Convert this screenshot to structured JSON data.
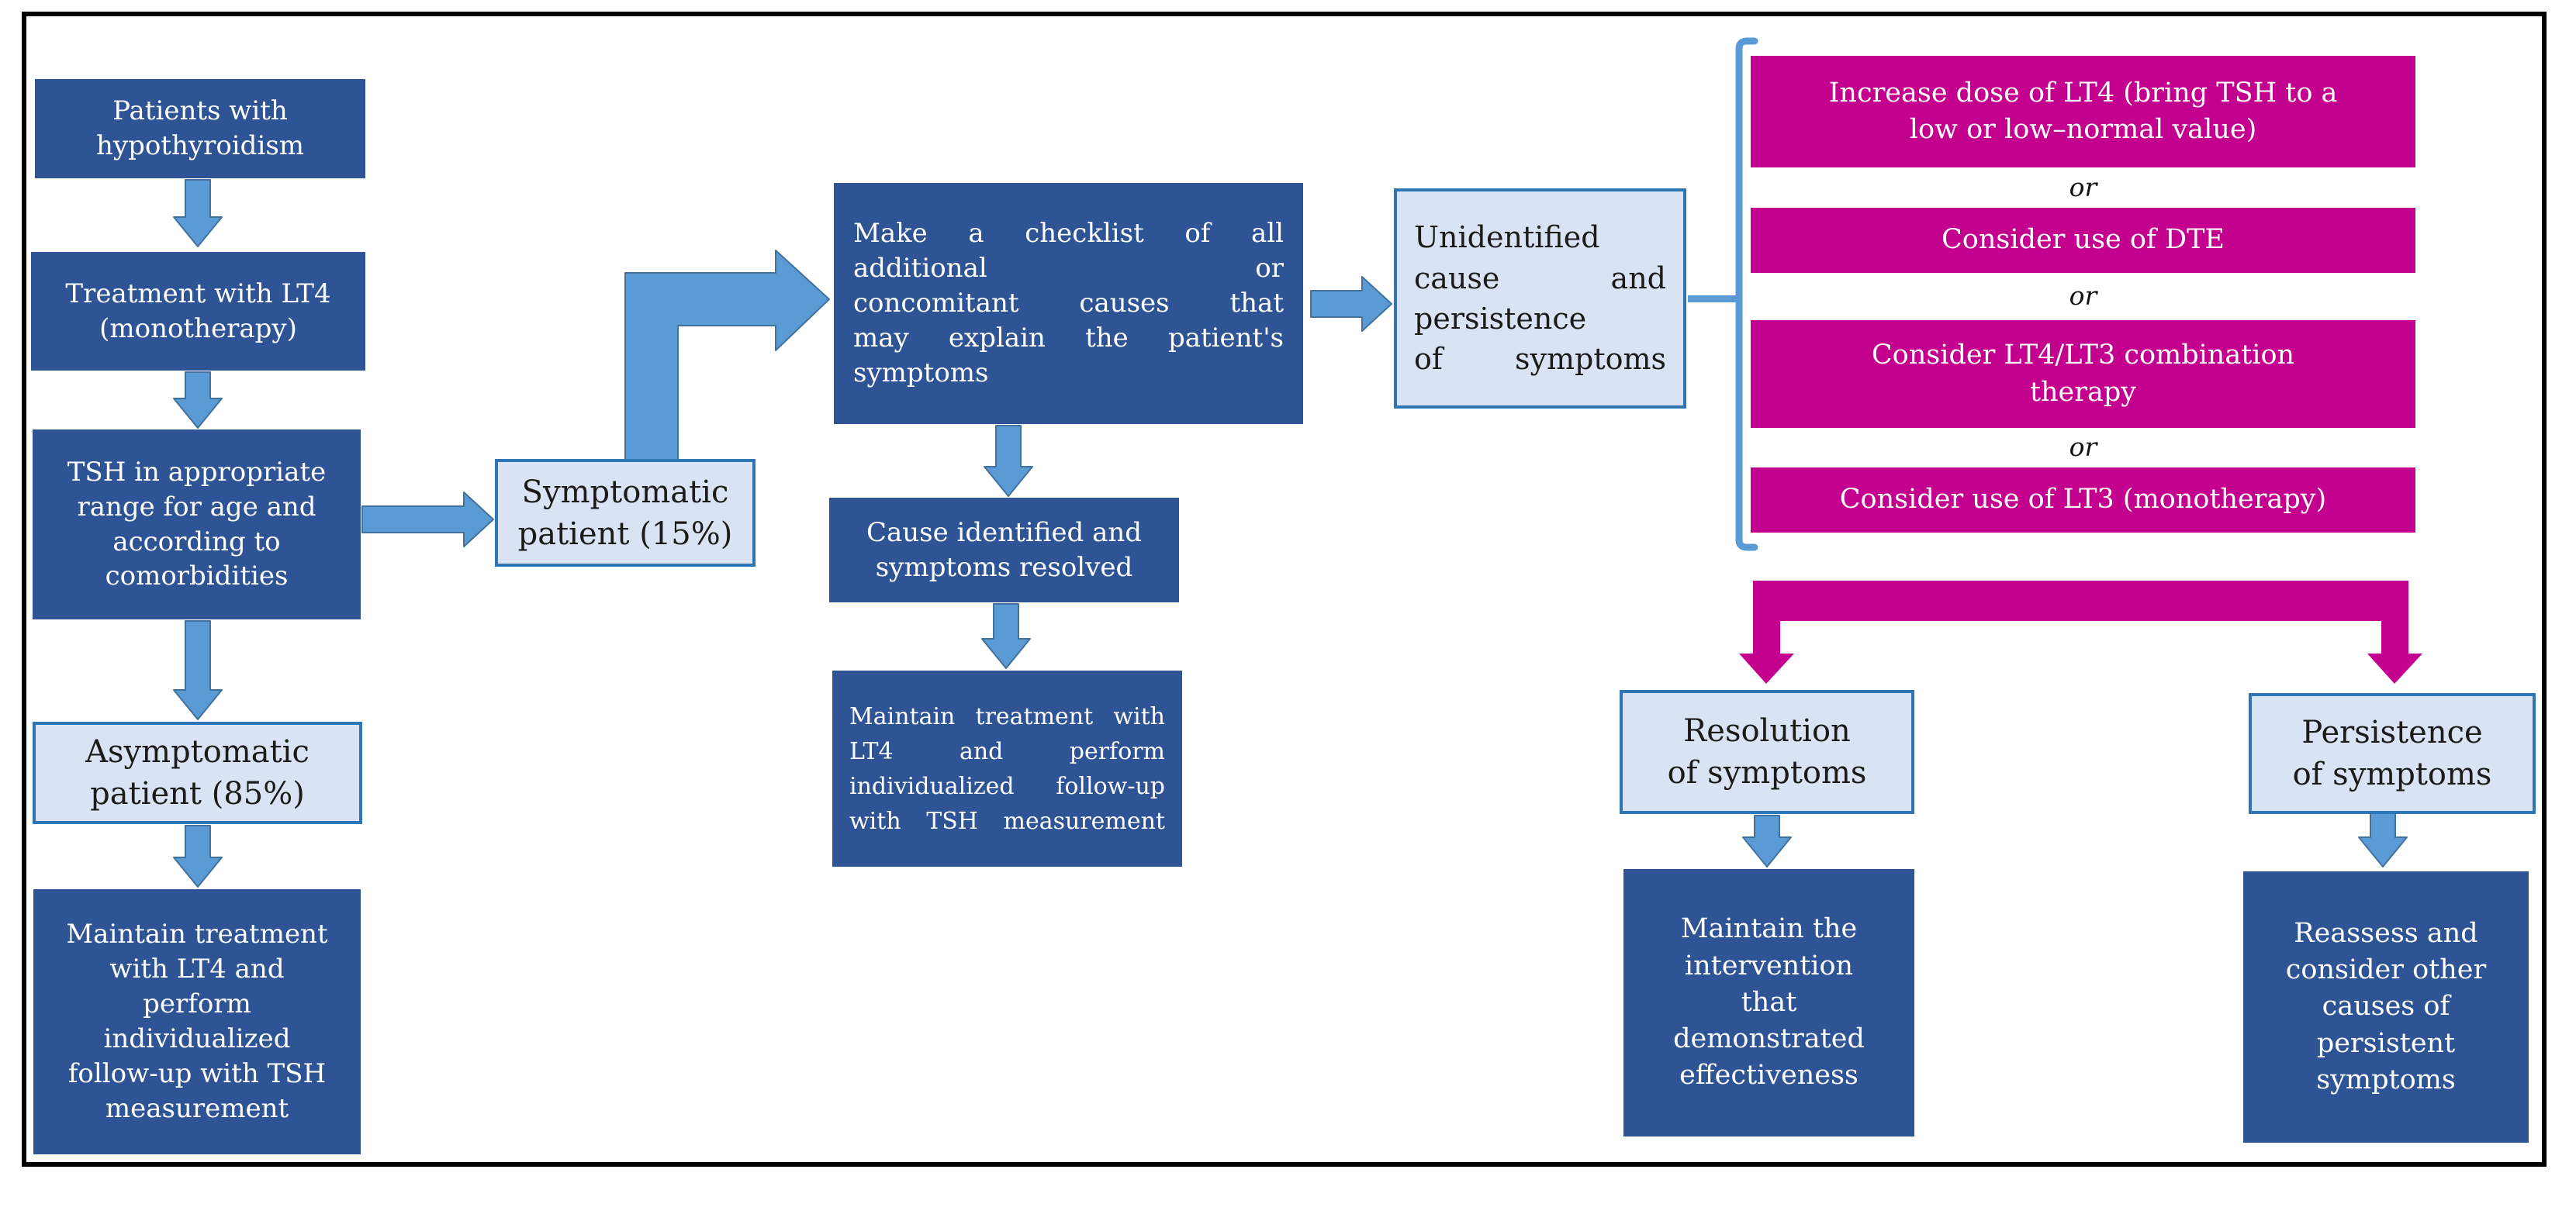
{
  "colors": {
    "dark_box_fill": "#2F5496",
    "light_box_fill": "#DAE3F3",
    "light_box_border": "#2E75B6",
    "arrow_blue": "#5B9BD5",
    "arrow_blue_outline": "#41719C",
    "magenta": "#C4008F",
    "frame_border": "#000000"
  },
  "flowchart": {
    "left": {
      "patients": "Patients with\nhypothyroidism",
      "treatment": "Treatment with LT4\n(monotherapy)",
      "tsh_range": "TSH in appropriate\nrange for age and\naccording to\ncomorbidities",
      "asymptomatic": "Asymptomatic\npatient (85%)",
      "maintain_followup": "Maintain treatment\nwith LT4 and\nperform\nindividualized\nfollow-up with TSH\nmeasurement"
    },
    "middle": {
      "symptomatic": "Symptomatic\npatient (15%)",
      "checklist": "Make a checklist of all\nadditional or\nconcomitant causes that\nmay explain the patient's\nsymptoms",
      "cause_identified": "Cause identified and\nsymptoms resolved",
      "maintain_followup": "Maintain treatment with\nLT4 and perform\nindividualized follow-up\nwith TSH measurement"
    },
    "right": {
      "unidentified": "Unidentified\ncause and\npersistence\nof symptoms",
      "or_separator": "or",
      "options": [
        "Increase dose of LT4 (bring TSH to a\nlow or low–normal value)",
        "Consider use of DTE",
        "Consider LT4/LT3 combination\ntherapy",
        "Consider use of LT3 (monotherapy)"
      ],
      "resolution": "Resolution\nof symptoms",
      "persistence": "Persistence\nof symptoms",
      "maintain_intervention": "Maintain the\nintervention\nthat\ndemonstrated\neffectiveness",
      "reassess": "Reassess and\nconsider other\ncauses of\npersistent\nsymptoms"
    }
  }
}
